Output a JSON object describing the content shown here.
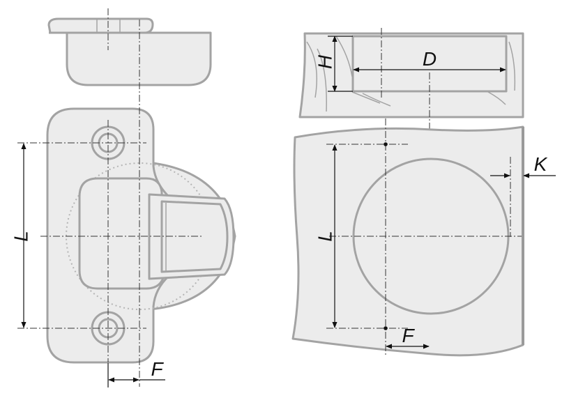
{
  "labels": {
    "L_left": "L",
    "F_left": "F",
    "H": "H",
    "D": "D",
    "K": "K",
    "L_right": "L",
    "F_right": "F"
  },
  "colors": {
    "part_fill": "#ececec",
    "part_stroke": "#a3a3a3",
    "dimension": "#111111"
  }
}
